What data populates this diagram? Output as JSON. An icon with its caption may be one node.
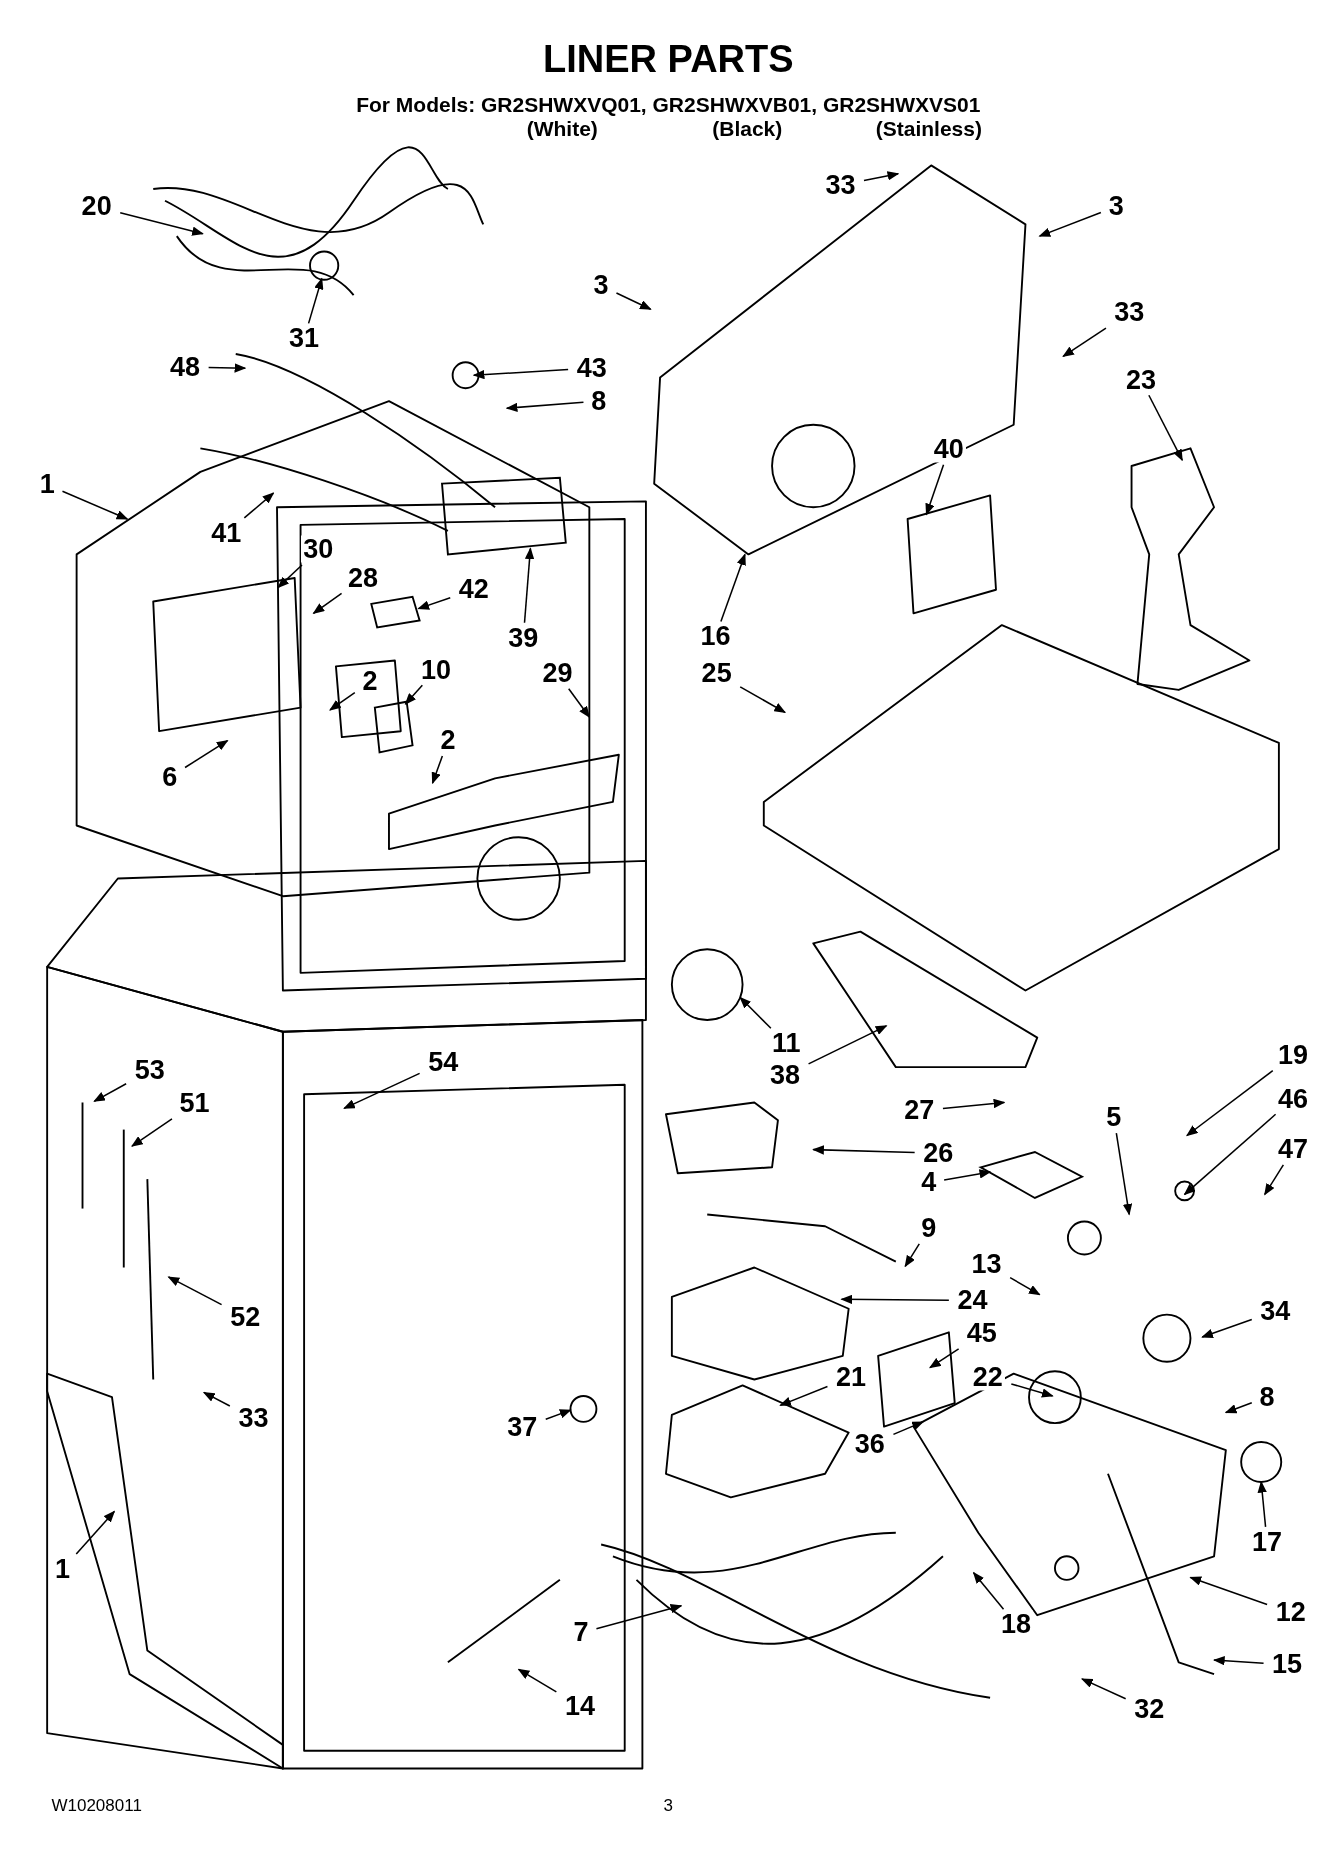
{
  "diagram": {
    "title": "LINER PARTS",
    "nodes": [
      {
        "text": [
          "20"
        ]
      },
      {
        "text": [
          "31"
        ]
      },
      {
        "text": [
          "48"
        ]
      },
      {
        "text": [
          "43"
        ]
      },
      {
        "text": [
          "8"
        ]
      },
      {
        "text": [
          "3"
        ]
      },
      {
        "text": [
          "33"
        ]
      },
      {
        "text": [
          "3"
        ]
      },
      {
        "text": [
          "33"
        ]
      },
      {
        "text": [
          "23"
        ]
      },
      {
        "text": [
          "1"
        ]
      },
      {
        "text": [
          "41"
        ]
      },
      {
        "text": [
          "30"
        ]
      },
      {
        "text": [
          "28"
        ]
      },
      {
        "text": [
          "42"
        ]
      },
      {
        "text": [
          "39"
        ]
      },
      {
        "text": [
          "16"
        ]
      },
      {
        "text": [
          "40"
        ]
      },
      {
        "text": [
          "25"
        ]
      },
      {
        "text": [
          "2"
        ]
      },
      {
        "text": [
          "10"
        ]
      },
      {
        "text": [
          "29"
        ]
      },
      {
        "text": [
          "6"
        ]
      },
      {
        "text": [
          "2"
        ]
      },
      {
        "text": [
          "11"
        ]
      },
      {
        "text": [
          "38"
        ]
      },
      {
        "text": [
          "54"
        ]
      },
      {
        "text": [
          "53"
        ]
      },
      {
        "text": [
          "51"
        ]
      },
      {
        "text": [
          "27"
        ]
      },
      {
        "text": [
          "26"
        ]
      },
      {
        "text": [
          "19"
        ]
      },
      {
        "text": [
          "46"
        ]
      },
      {
        "text": [
          "47"
        ]
      },
      {
        "text": [
          "5"
        ]
      },
      {
        "text": [
          "4"
        ]
      },
      {
        "text": [
          "9"
        ]
      },
      {
        "text": [
          "13"
        ]
      },
      {
        "text": [
          "24"
        ]
      },
      {
        "text": [
          "34"
        ]
      },
      {
        "text": [
          "52"
        ]
      },
      {
        "text": [
          "45"
        ]
      },
      {
        "text": [
          "22"
        ]
      },
      {
        "text": [
          "8"
        ]
      },
      {
        "text": [
          "37"
        ]
      },
      {
        "text": [
          "21"
        ]
      },
      {
        "text": [
          "33"
        ]
      },
      {
        "text": [
          "36"
        ]
      },
      {
        "text": [
          "17"
        ]
      },
      {
        "text": [
          "1"
        ]
      },
      {
        "text": [
          "12"
        ]
      },
      {
        "text": [
          "18"
        ]
      },
      {
        "text": [
          "7"
        ]
      },
      {
        "text": [
          "15"
        ]
      },
      {
        "text": [
          "32"
        ]
      },
      {
        "text": [
          "14"
        ]
      },
      {
        "text": [],
        "shape": "box"
      },
      {
        "text": [],
        "shape": "box"
      },
      {
        "text": [],
        "shape": "box"
      },
      {
        "text": [],
        "shape": "box"
      },
      {
        "text": [],
        "shape": "circle"
      }
    ],
    "edges": [
      {
        "from": 0,
        "to": null,
        "arrow": "to"
      },
      {
        "from": 1,
        "to": null,
        "arrow": "to"
      },
      {
        "from": 2,
        "to": null,
        "arrow": "to"
      },
      {
        "from": 3,
        "to": null,
        "arrow": "to"
      },
      {
        "from": 4,
        "to": null,
        "arrow": "to"
      },
      {
        "from": 5,
        "to": null,
        "arrow": "to"
      },
      {
        "from": 6,
        "to": null,
        "arrow": "to"
      },
      {
        "from": 7,
        "to": null,
        "arrow": "to"
      },
      {
        "from": 8,
        "to": null,
        "arrow": "to"
      },
      {
        "from": 9,
        "to": null,
        "arrow": "to"
      },
      {
        "from": 10,
        "to": null,
        "arrow": "to"
      },
      {
        "from": 11,
        "to": null,
        "arrow": "to"
      },
      {
        "from": 12,
        "to": null,
        "arrow": "to"
      },
      {
        "from": 13,
        "to": null,
        "arrow": "to"
      },
      {
        "from": 14,
        "to": 56,
        "arrow": "to"
      },
      {
        "from": 15,
        "to": 57,
        "arrow": "to"
      },
      {
        "from": 16,
        "to": null,
        "arrow": "to"
      },
      {
        "from": 17,
        "to": null,
        "arrow": "to"
      },
      {
        "from": 18,
        "to": null,
        "arrow": "to"
      },
      {
        "from": 19,
        "to": null,
        "arrow": "to"
      },
      {
        "from": 20,
        "to": 58,
        "arrow": "to"
      },
      {
        "from": 21,
        "to": null,
        "arrow": "to"
      },
      {
        "from": 22,
        "to": null,
        "arrow": "to"
      },
      {
        "from": 23,
        "to": null,
        "arrow": "to"
      },
      {
        "from": 24,
        "to": null,
        "arrow": "to"
      },
      {
        "from": 25,
        "to": null,
        "arrow": "to"
      },
      {
        "from": 26,
        "to": null,
        "arrow": "to"
      },
      {
        "from": 27,
        "to": null,
        "arrow": "to"
      },
      {
        "from": 28,
        "to": null,
        "arrow": "to"
      },
      {
        "from": 29,
        "to": null,
        "arrow": "to"
      },
      {
        "from": 30,
        "to": null,
        "arrow": "to"
      },
      {
        "from": 31,
        "to": null,
        "arrow": "to"
      },
      {
        "from": 32,
        "to": null,
        "arrow": "to"
      },
      {
        "from": 33,
        "to": null,
        "arrow": "to"
      },
      {
        "from": 34,
        "to": null,
        "arrow": "to"
      },
      {
        "from": 35,
        "to": 59,
        "arrow": "to"
      },
      {
        "from": 36,
        "to": null,
        "arrow": "to"
      },
      {
        "from": 37,
        "to": null,
        "arrow": "to"
      },
      {
        "from": 38,
        "to": null,
        "arrow": "to"
      },
      {
        "from": 39,
        "to": null,
        "arrow": "to"
      },
      {
        "from": 40,
        "to": null,
        "arrow": "to"
      },
      {
        "from": 41,
        "to": null,
        "arrow": "to"
      },
      {
        "from": 42,
        "to": null,
        "arrow": "to"
      },
      {
        "from": 43,
        "to": null,
        "arrow": "to"
      },
      {
        "from": 44,
        "to": null,
        "arrow": "to"
      },
      {
        "from": 45,
        "to": null,
        "arrow": "to"
      },
      {
        "from": 46,
        "to": null,
        "arrow": "to"
      },
      {
        "from": 47,
        "to": null,
        "arrow": "to"
      },
      {
        "from": 48,
        "to": 60,
        "arrow": "to"
      },
      {
        "from": 49,
        "to": null,
        "arrow": "to"
      },
      {
        "from": 50,
        "to": null,
        "arrow": "to"
      },
      {
        "from": 51,
        "to": null,
        "arrow": "to"
      },
      {
        "from": 52,
        "to": null,
        "arrow": "to"
      },
      {
        "from": 53,
        "to": null,
        "arrow": "to"
      },
      {
        "from": 54,
        "to": null,
        "arrow": "to"
      },
      {
        "from": 55,
        "to": null,
        "arrow": "to"
      }
    ],
    "labels": [
      "For Models: GR2SHWXVQ01, GR2SHWXVB01, GR2SHWXVS01",
      "(White)",
      "(Black)",
      "(Stainless)",
      "W10208011",
      "3"
    ]
  }
}
